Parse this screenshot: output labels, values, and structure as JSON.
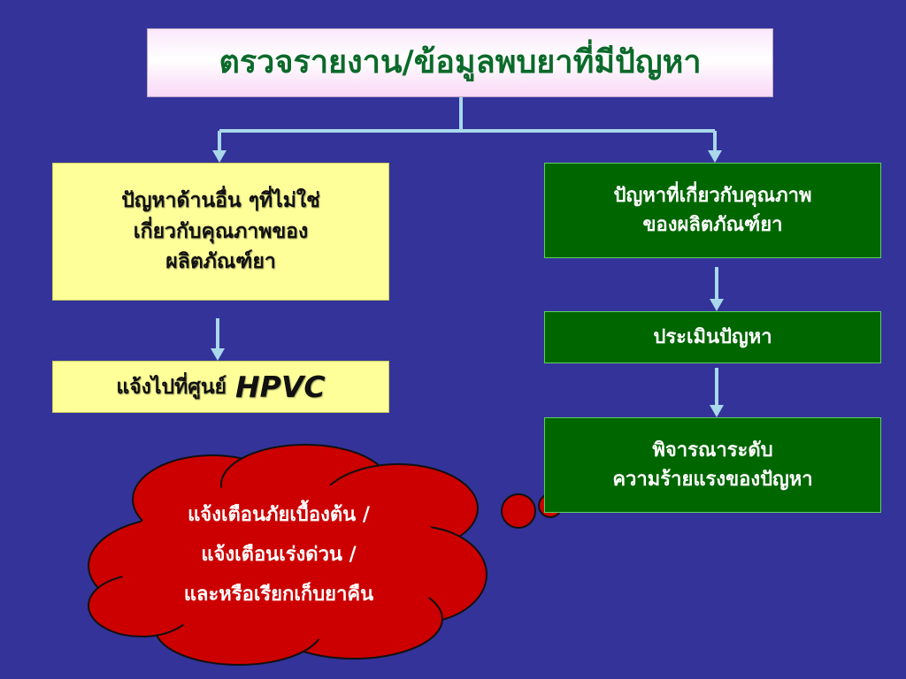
{
  "title": "ตรวจรายงาน/ข้อมูลพบยาที่มีปัญหา",
  "left_branch": {
    "box1_lines": [
      "ปัญหาด้านอื่น ๆที่ไม่ใช่",
      "เกี่ยวกับคุณภาพของ",
      "ผลิตภัณฑ์ยา"
    ],
    "box2_text": "แจ้งไปที่ศูนย์",
    "box2_emphasis": "HPVC"
  },
  "right_branch": {
    "box1_lines": [
      "ปัญหาที่เกี่ยวกับคุณภาพ",
      "ของผลิตภัณฑ์ยา"
    ],
    "box2_text": "ประเมินปัญหา",
    "box3_lines": [
      "พิจารณาระดับ",
      "ความร้ายแรงของปัญหา"
    ]
  },
  "cloud": {
    "lines": [
      "แจ้งเตือนภัยเบื้องต้น /",
      "แจ้งเตือนเร่งด่วน /",
      "และหรือเรียกเก็บยาคืน"
    ]
  },
  "colors": {
    "background": "#33339a",
    "title_text": "#0b6a2a",
    "yellow_box": "#ffff99",
    "green_box": "#006600",
    "cloud_fill": "#cc0000",
    "connector": "#a8d8ea"
  }
}
